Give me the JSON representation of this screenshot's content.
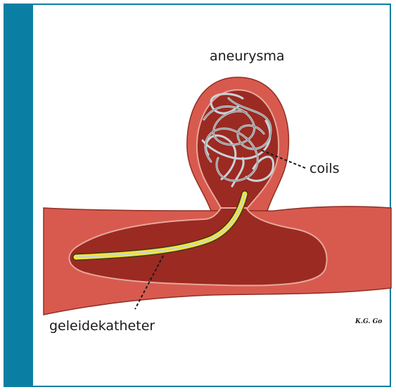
{
  "labels": {
    "aneurysm": "aneurysma",
    "coils": "coils",
    "catheter": "geleidekatheter"
  },
  "signature": "K.G. Go",
  "colors": {
    "accent": "#0b7fa3",
    "vessel_wall": "#d85a4e",
    "vessel_lumen": "#9b2a22",
    "catheter": "#f2e53a",
    "coil": "#c9d2d6"
  }
}
